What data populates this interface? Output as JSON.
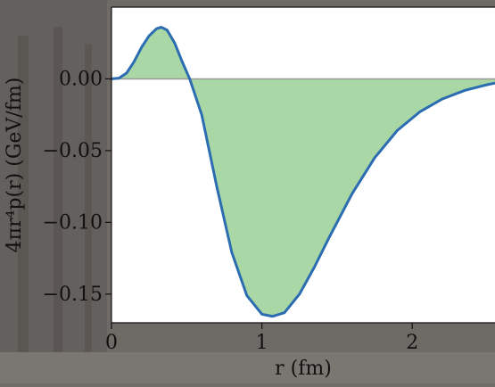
{
  "chart_data": {
    "type": "line",
    "xlabel": "r (fm)",
    "ylabel": "4πr⁴p(r) (GeV/fm)",
    "xlim": [
      0,
      2.55
    ],
    "ylim": [
      -0.17,
      0.05
    ],
    "xticks": [
      0,
      1,
      2
    ],
    "xtick_labels": [
      "0",
      "1",
      "2"
    ],
    "yticks": [
      0.0,
      -0.05,
      -0.1,
      -0.15
    ],
    "ytick_labels": [
      "0.00",
      "−0.05",
      "−0.10",
      "−0.15"
    ],
    "grid": false,
    "legend": "none",
    "series": [
      {
        "x": [
          0,
          0.05,
          0.1,
          0.15,
          0.2,
          0.25,
          0.3,
          0.33,
          0.37,
          0.42,
          0.47,
          0.52,
          0.6,
          0.7,
          0.8,
          0.9,
          1.0,
          1.07,
          1.15,
          1.25,
          1.35,
          1.45,
          1.6,
          1.75,
          1.9,
          2.05,
          2.2,
          2.35,
          2.5,
          2.55
        ],
        "y": [
          0,
          0.0005,
          0.004,
          0.012,
          0.022,
          0.03,
          0.035,
          0.036,
          0.034,
          0.025,
          0.012,
          0.0,
          -0.025,
          -0.075,
          -0.121,
          -0.151,
          -0.164,
          -0.1655,
          -0.163,
          -0.15,
          -0.131,
          -0.11,
          -0.08,
          -0.055,
          -0.036,
          -0.023,
          -0.014,
          -0.008,
          -0.004,
          -0.003
        ]
      }
    ],
    "colors": {
      "line": "#2b6db0",
      "positive_fill": "#a9d8a6",
      "negative_fill": "#cdbbe6",
      "zero_line": "#9a9a9a",
      "plot_bg": "#ffffff"
    }
  }
}
